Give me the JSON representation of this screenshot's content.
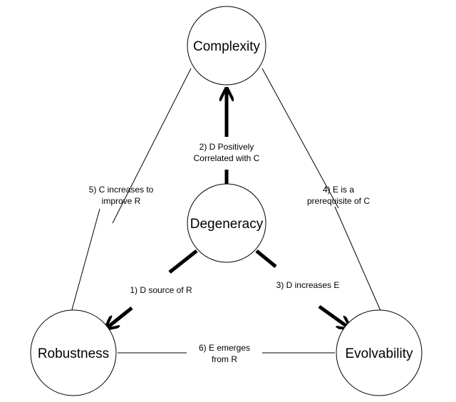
{
  "nodes": {
    "complexity": "Complexity",
    "degeneracy": "Degeneracy",
    "robustness": "Robustness",
    "evolvability": "Evolvability"
  },
  "edges": {
    "e1": "1) D source of R",
    "e2": [
      "2) D Positively",
      "Correlated with C"
    ],
    "e3": "3) D increases E",
    "e4": [
      "4) E is a",
      "prerequisite of C"
    ],
    "e5": [
      "5) C increases to",
      "improve R"
    ],
    "e6": [
      "6) E emerges",
      "from R"
    ]
  }
}
